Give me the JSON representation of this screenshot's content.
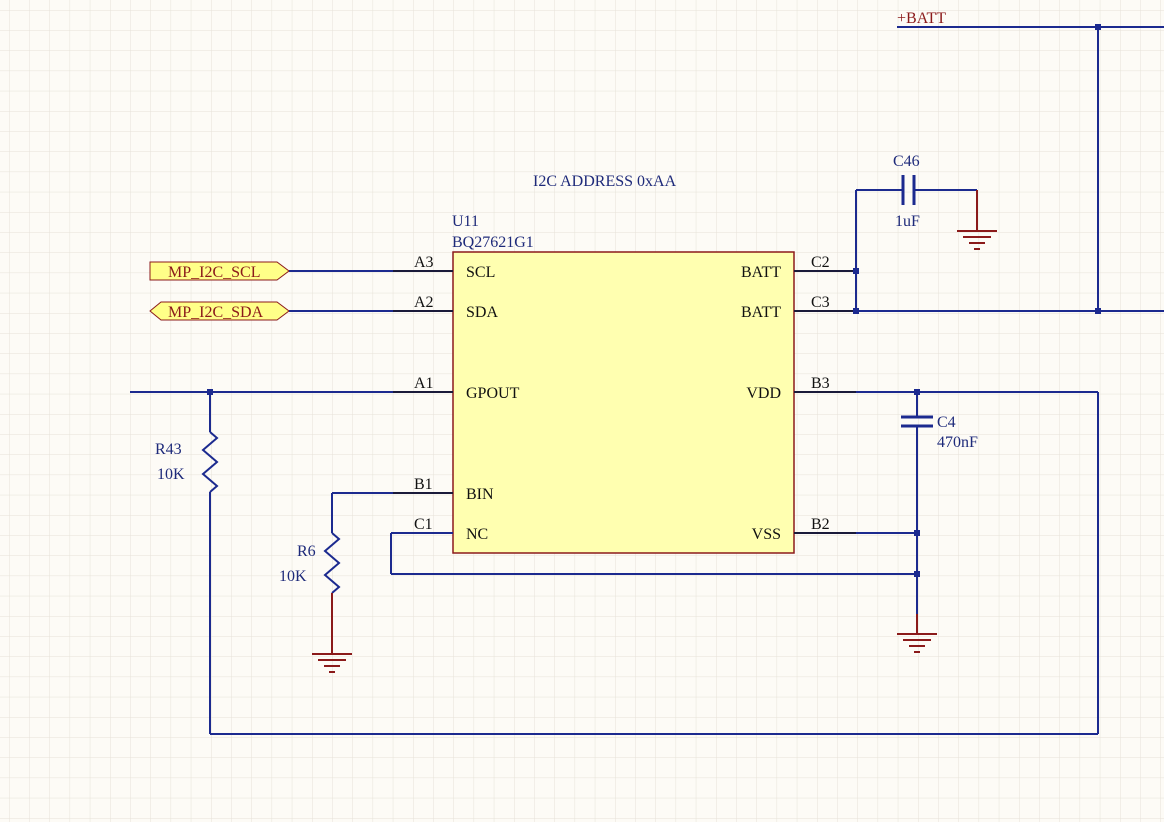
{
  "power_port": {
    "label": "+BATT"
  },
  "note": {
    "text": "I2C ADDRESS 0xAA"
  },
  "ic": {
    "designator": "U11",
    "part": "BQ27621G1",
    "left_pins": [
      {
        "num": "A3",
        "name": "SCL"
      },
      {
        "num": "A2",
        "name": "SDA"
      },
      {
        "num": "A1",
        "name": "GPOUT"
      },
      {
        "num": "B1",
        "name": "BIN"
      },
      {
        "num": "C1",
        "name": "NC"
      }
    ],
    "right_pins": [
      {
        "num": "C2",
        "name": "BATT"
      },
      {
        "num": "C3",
        "name": "BATT"
      },
      {
        "num": "B3",
        "name": "VDD"
      },
      {
        "num": "B2",
        "name": "VSS"
      }
    ]
  },
  "net_ports": [
    {
      "label": "MP_I2C_SCL"
    },
    {
      "label": "MP_I2C_SDA"
    }
  ],
  "components": {
    "c46": {
      "ref": "C46",
      "value": "1uF"
    },
    "c4": {
      "ref": "C4",
      "value": "470nF"
    },
    "r43": {
      "ref": "R43",
      "value": "10K"
    },
    "r6": {
      "ref": "R6",
      "value": "10K"
    }
  },
  "colors": {
    "background": "#fdfbf6",
    "grid": "#e6e2d8",
    "wire": "#1c2a8f",
    "ic_fill": "#ffffb0",
    "ic_border": "#8b1a1a",
    "port_fill": "#ffff88",
    "power": "#8b1a1a"
  }
}
